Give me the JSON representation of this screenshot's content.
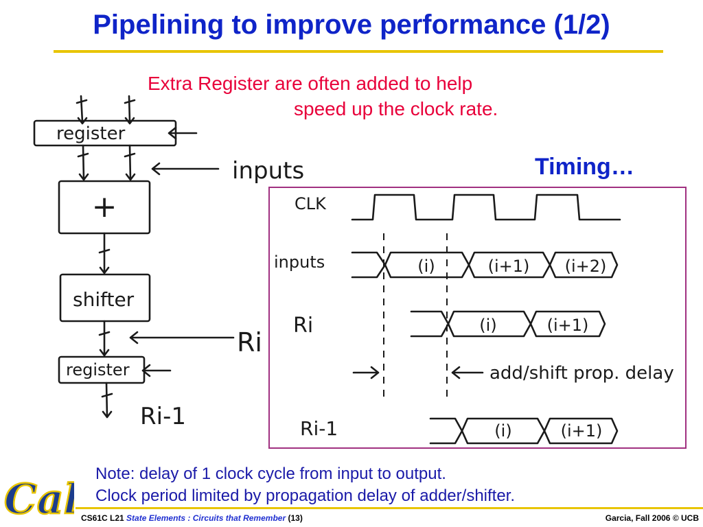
{
  "slide": {
    "title": "Pipelining to improve performance (1/2)",
    "red_note_line1": "Extra Register are often added to help",
    "red_note_line2": "speed up the clock rate.",
    "timing_heading": "Timing…",
    "note_line1": "Note: delay of 1 clock cycle from input to output.",
    "note_line2": "Clock period limited by propagation delay of adder/shifter."
  },
  "datapath": {
    "top_register": "register",
    "adder": "+",
    "inputs_label": "inputs",
    "shifter": "shifter",
    "ri_label": "Ri",
    "bottom_register": "register",
    "output_label": "Ri-1"
  },
  "timing_diagram": {
    "signals": [
      {
        "name": "CLK",
        "segments": []
      },
      {
        "name": "inputs",
        "segments": [
          "(i)",
          "(i+1)",
          "(i+2)"
        ]
      },
      {
        "name": "Ri",
        "segments": [
          "(i)",
          "(i+1)"
        ]
      },
      {
        "name": "Ri-1",
        "segments": [
          "(i)",
          "(i+1)"
        ]
      }
    ],
    "delay_annotation": "add/shift prop. delay"
  },
  "footer": {
    "course": "CS61C L21",
    "subtitle": "State Elements : Circuits that Remember",
    "page": "(13)",
    "credit": "Garcia, Fall 2006 © UCB"
  },
  "logo": {
    "text": "Cal",
    "color": "#1c3c8c",
    "outline": "#e8c400"
  },
  "colors": {
    "title": "#0f24c8",
    "rule": "#e8c400",
    "red": "#e8003a",
    "note": "#1a1aa8",
    "box_border": "#a03080"
  }
}
